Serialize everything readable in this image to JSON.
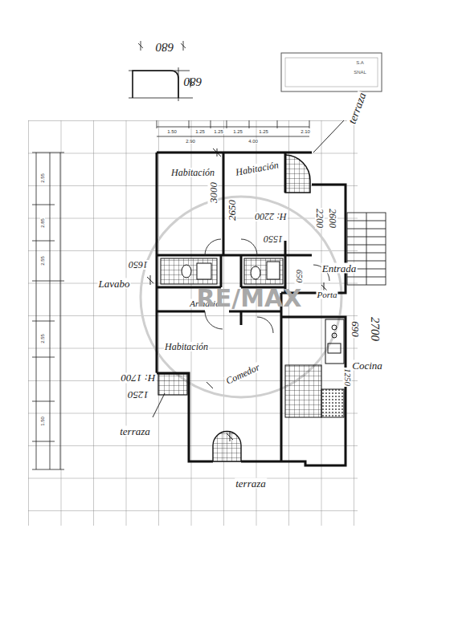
{
  "diagram": {
    "labels": [
      "680",
      "680",
      "terraza",
      "Habitación",
      "Habitación",
      "3000",
      "2650",
      "H: 2200",
      "1550",
      "2200",
      "2600",
      "1650",
      "650",
      "Entrada",
      "Lavabo",
      "Porta",
      "Armario",
      "2700",
      "690",
      "Habitación",
      "Cocina",
      "H: 1700",
      "1250",
      "1250",
      "Comedor",
      "terraza",
      "terraza",
      "1.50",
      "1.25",
      "1.25",
      "1.25",
      "1.25",
      "2.10",
      "2.90",
      "4.00",
      "2.55",
      "2.85",
      "2.55",
      "2.55",
      "1.50",
      "S.A",
      "SNAL",
      "RE/MAX"
    ]
  }
}
